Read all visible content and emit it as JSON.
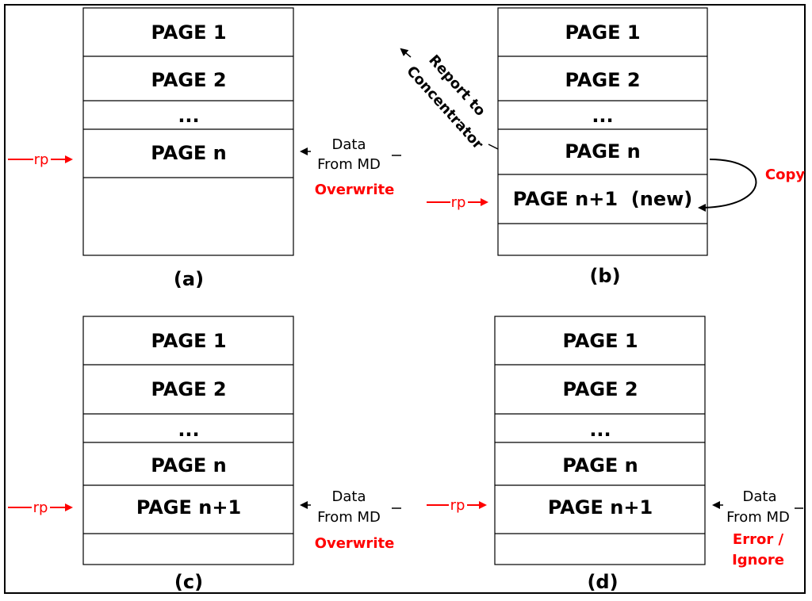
{
  "panels": {
    "a": {
      "caption": "(a)",
      "rows": [
        "PAGE 1",
        "PAGE 2",
        "...",
        "PAGE n",
        ""
      ],
      "pointer": "rp",
      "incoming": {
        "line1": "Data",
        "line2": "From MD",
        "status": "Overwrite"
      }
    },
    "b": {
      "caption": "(b)",
      "rows": [
        "PAGE 1",
        "PAGE 2",
        "...",
        "PAGE n",
        "PAGE n+1  (new)",
        ""
      ],
      "pointer": "rp",
      "report": {
        "line1": "Report to",
        "line2": "Concentrator"
      },
      "copy_label": "Copy"
    },
    "c": {
      "caption": "(c)",
      "rows": [
        "PAGE 1",
        "PAGE 2",
        "...",
        "PAGE n",
        "PAGE n+1",
        ""
      ],
      "pointer": "rp",
      "incoming": {
        "line1": "Data",
        "line2": "From MD",
        "status": "Overwrite"
      }
    },
    "d": {
      "caption": "(d)",
      "rows": [
        "PAGE 1",
        "PAGE 2",
        "...",
        "PAGE n",
        "PAGE n+1",
        ""
      ],
      "pointer": "rp",
      "incoming": {
        "line1": "Data",
        "line2": "From MD",
        "status_line1": "Error /",
        "status_line2": "Ignore"
      }
    }
  },
  "colors": {
    "accent": "#ff0000",
    "line": "#000000"
  }
}
